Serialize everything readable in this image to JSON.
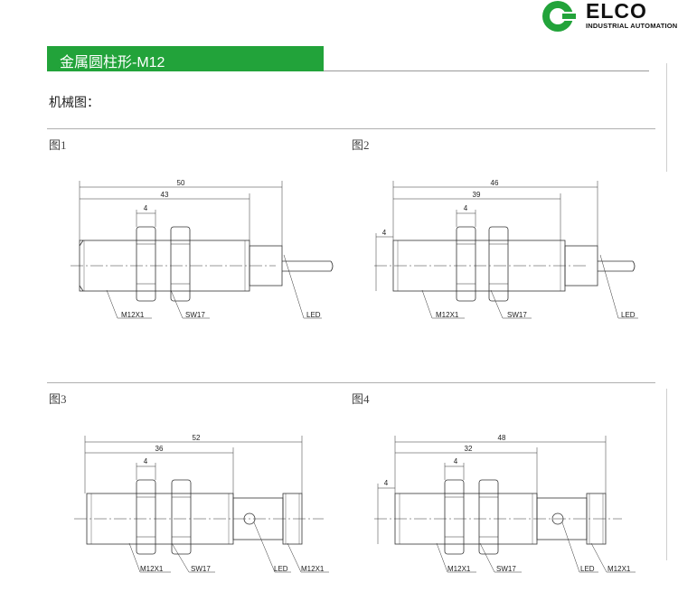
{
  "brand": {
    "name": "ELCO",
    "tagline": "INDUSTRIAL AUTOMATION",
    "color": "#22a33a"
  },
  "header": {
    "title": "金属圆柱形-M12"
  },
  "section": {
    "title": "机械图："
  },
  "figures": [
    {
      "label": "图1",
      "dims": {
        "overall": "50",
        "thread": "43",
        "nut": "4"
      },
      "labels": {
        "thread": "M12X1",
        "wrench": "SW17",
        "led": "LED"
      }
    },
    {
      "label": "图2",
      "dims": {
        "overall": "46",
        "thread": "39",
        "nut": "4",
        "tip": "4"
      },
      "labels": {
        "thread": "M12X1",
        "wrench": "SW17",
        "led": "LED"
      }
    },
    {
      "label": "图3",
      "dims": {
        "overall": "52",
        "thread": "36",
        "nut": "4"
      },
      "labels": {
        "thread": "M12X1",
        "wrench": "SW17",
        "led": "LED",
        "connector": "M12X1"
      }
    },
    {
      "label": "图4",
      "dims": {
        "overall": "48",
        "thread": "32",
        "nut": "4",
        "tip": "4"
      },
      "labels": {
        "thread": "M12X1",
        "wrench": "SW17",
        "led": "LED",
        "connector": "M12X1"
      }
    }
  ]
}
